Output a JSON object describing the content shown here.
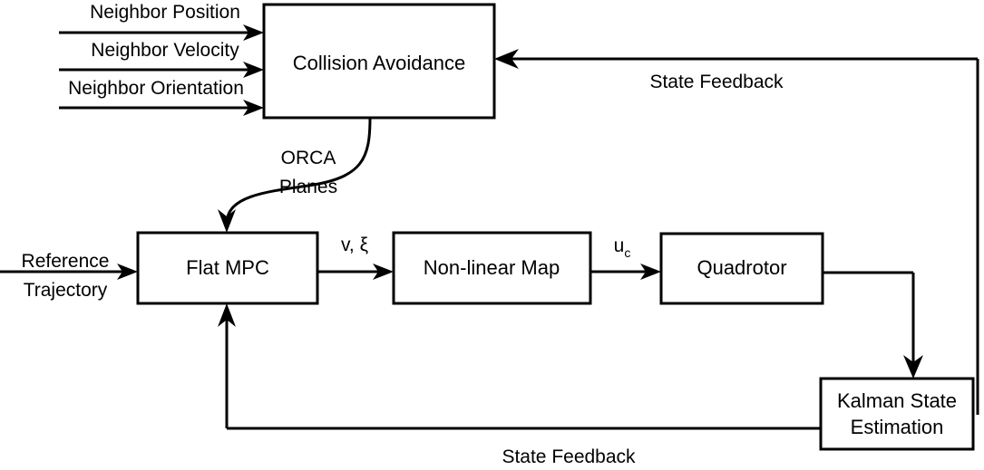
{
  "diagram": {
    "title": "Quadrotor collision-avoidance control block diagram",
    "stroke_color": "#000000",
    "background_color": "#ffffff",
    "blocks": [
      {
        "id": "collision_avoidance",
        "label": "Collision Avoidance"
      },
      {
        "id": "flat_mpc",
        "label": "Flat MPC"
      },
      {
        "id": "nonlinear_map",
        "label": "Non-linear Map"
      },
      {
        "id": "quadrotor",
        "label": "Quadrotor"
      },
      {
        "id": "kalman",
        "label_line1": "Kalman State",
        "label_line2": "Estimation"
      }
    ],
    "inputs": [
      {
        "id": "neighbor_position",
        "label": "Neighbor Position"
      },
      {
        "id": "neighbor_velocity",
        "label": "Neighbor Velocity"
      },
      {
        "id": "neighbor_orientation",
        "label": "Neighbor Orientation"
      },
      {
        "id": "reference_trajectory",
        "label_line1": "Reference",
        "label_line2": "Trajectory"
      }
    ],
    "signals": [
      {
        "id": "orca_planes",
        "label_line1": "ORCA",
        "label_line2": "Planes"
      },
      {
        "id": "v_xi",
        "label": "v, ξ"
      },
      {
        "id": "u_c",
        "label_base": "u",
        "label_sub": "c"
      },
      {
        "id": "state_feedback_top",
        "label": "State Feedback"
      },
      {
        "id": "state_feedback_bottom",
        "label": "State Feedback"
      }
    ]
  }
}
